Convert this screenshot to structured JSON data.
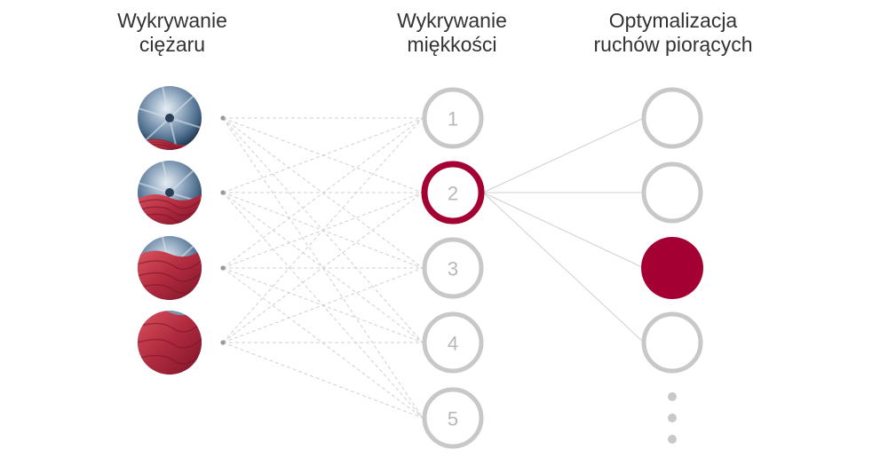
{
  "columns": {
    "weight": {
      "title_line1": "Wykrywanie",
      "title_line2": "ciężaru"
    },
    "softness": {
      "title_line1": "Wykrywanie",
      "title_line2": "miękkości"
    },
    "motion": {
      "title_line1": "Optymalizacja",
      "title_line2": "ruchów piorących"
    }
  },
  "weight_levels": [
    {
      "fabric_fill": 0.15
    },
    {
      "fabric_fill": 0.45
    },
    {
      "fabric_fill": 0.75
    },
    {
      "fabric_fill": 1.0
    }
  ],
  "softness_nodes": [
    "1",
    "2",
    "3",
    "4",
    "5"
  ],
  "softness_selected": "2",
  "motion_nodes": [
    {
      "state": "empty"
    },
    {
      "state": "empty"
    },
    {
      "state": "filled"
    },
    {
      "state": "empty"
    }
  ],
  "more_indicator_dots": 3,
  "colors": {
    "accent": "#a50034",
    "node_ring": "#c8c8c8",
    "node_text": "#b8b8b8",
    "connector": "#d0d0d0",
    "title": "#333333",
    "fabric": "#c23a4c",
    "drum": "#6a89a8"
  }
}
